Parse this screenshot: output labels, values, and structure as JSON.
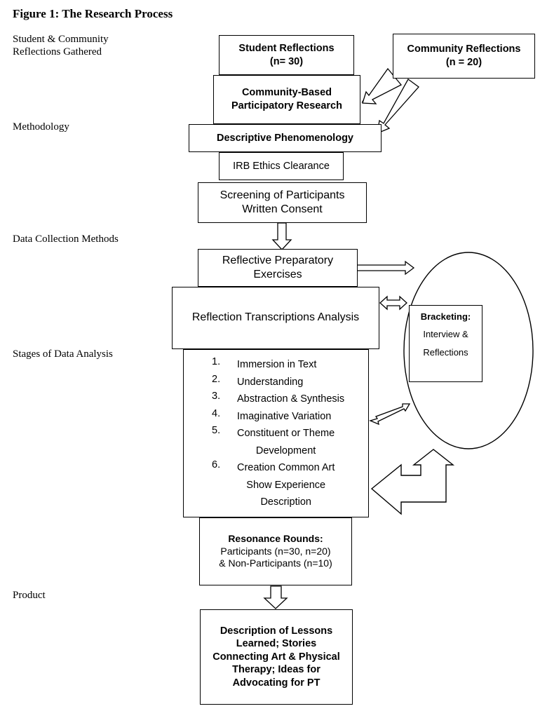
{
  "figure_title": "Figure 1: The Research Process",
  "stages": {
    "reflections": [
      "Student & Community",
      "Reflections Gathered"
    ],
    "methodology": "Methodology",
    "data_collection": "Data Collection Methods",
    "data_analysis": "Stages of Data Analysis",
    "product": "Product"
  },
  "boxes": {
    "student_reflections": [
      "Student Reflections",
      "(n= 30)"
    ],
    "community_reflections": [
      "Community Reflections",
      "(n = 20)"
    ],
    "cbpr": [
      "Community-Based",
      "Participatory Research"
    ],
    "phenomenology": "Descriptive Phenomenology",
    "irb": "IRB Ethics Clearance",
    "screening": [
      "Screening of Participants",
      "Written Consent"
    ],
    "reflective_exercises": [
      "Reflective Preparatory",
      "Exercises"
    ],
    "transcriptions": "Reflection Transcriptions Analysis",
    "bracketing_title": "Bracketing:",
    "bracketing_lines": [
      "Interview &",
      "Reflections"
    ],
    "resonance_title": "Resonance Rounds:",
    "resonance_lines": [
      "Participants (n=30, n=20)",
      "& Non-Participants (n=10)"
    ],
    "product": [
      "Description of Lessons",
      "Learned; Stories",
      "Connecting Art & Physical",
      "Therapy; Ideas for",
      "Advocating for PT"
    ]
  },
  "analysis_steps": [
    {
      "num": "1.",
      "lines": [
        "Immersion in Text"
      ]
    },
    {
      "num": "2.",
      "lines": [
        "Understanding"
      ]
    },
    {
      "num": "3.",
      "lines": [
        "Abstraction & Synthesis"
      ]
    },
    {
      "num": "4.",
      "lines": [
        "Imaginative Variation"
      ]
    },
    {
      "num": "5.",
      "lines": [
        "Constituent or Theme",
        "Development"
      ]
    },
    {
      "num": "6.",
      "lines": [
        "Creation Common Art",
        "Show Experience",
        "Description"
      ]
    }
  ]
}
